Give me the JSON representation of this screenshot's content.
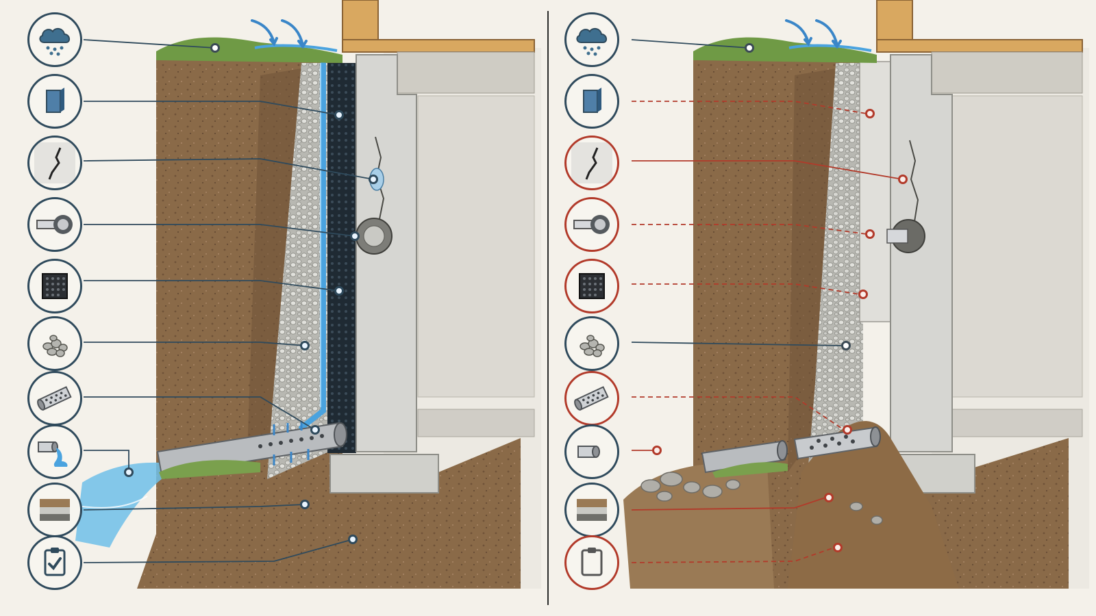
{
  "colors": {
    "background": "#f4f1ea",
    "soil": "#8a6a48",
    "soil_dark": "#6f5238",
    "gravel": "#c9c9c4",
    "concrete": "#d6d6d2",
    "water": "#4aa3df",
    "ok_outline": "#2f4a5c",
    "fault_outline": "#b23a2a",
    "grass": "#6f9a45",
    "wood": "#d9a860"
  },
  "panels": {
    "working": {
      "state": "functioning drainage",
      "icons": [
        {
          "icon": "rain-cloud-icon"
        },
        {
          "icon": "membrane-panel-icon"
        },
        {
          "icon": "wall-crack-icon"
        },
        {
          "icon": "pipe-penetration-icon"
        },
        {
          "icon": "filter-fabric-icon"
        },
        {
          "icon": "gravel-icon"
        },
        {
          "icon": "perforated-pipe-icon"
        },
        {
          "icon": "drain-outlet-icon"
        },
        {
          "icon": "soil-layers-icon"
        },
        {
          "icon": "clipboard-check-icon"
        }
      ]
    },
    "failing": {
      "state": "failing drainage",
      "icons": [
        {
          "icon": "rain-cloud-icon",
          "status": "ok"
        },
        {
          "icon": "membrane-panel-icon",
          "status": "missing"
        },
        {
          "icon": "wall-crack-icon",
          "status": "fault"
        },
        {
          "icon": "pipe-penetration-icon",
          "status": "fault"
        },
        {
          "icon": "filter-fabric-icon",
          "status": "fault"
        },
        {
          "icon": "gravel-icon",
          "status": "ok"
        },
        {
          "icon": "perforated-pipe-icon",
          "status": "fault"
        },
        {
          "icon": "drain-outlet-icon",
          "status": "fault"
        },
        {
          "icon": "soil-layers-icon",
          "status": "fault"
        },
        {
          "icon": "clipboard-empty-icon",
          "status": "fault"
        }
      ]
    }
  }
}
